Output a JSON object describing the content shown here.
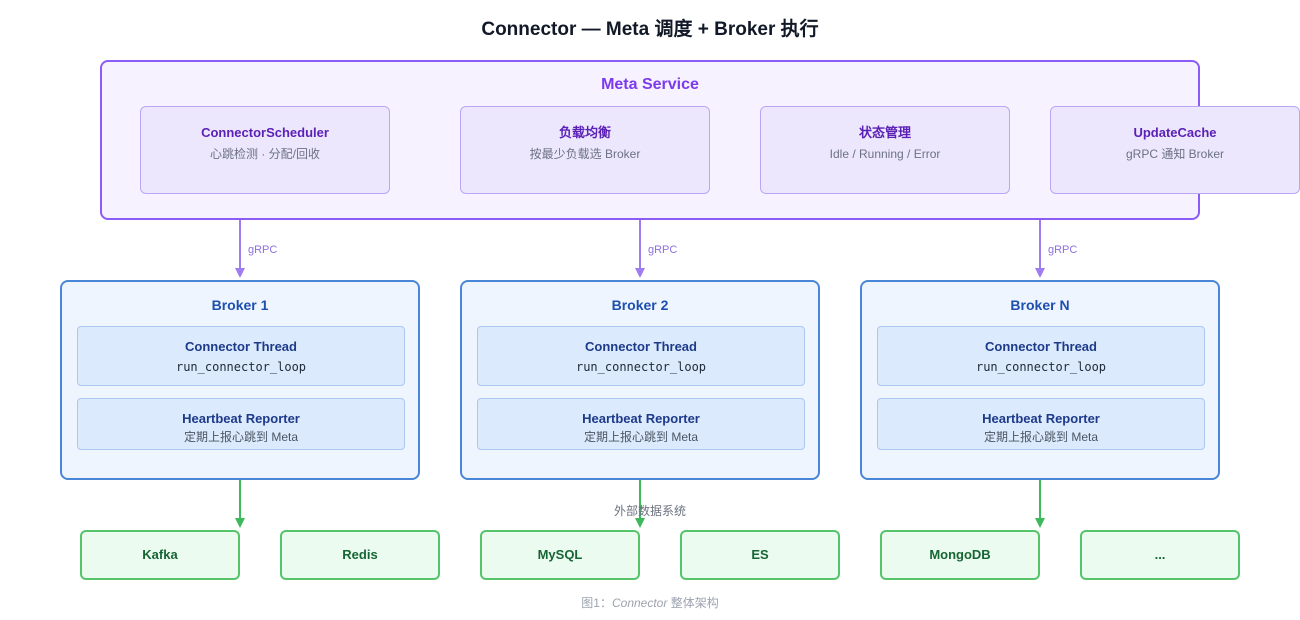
{
  "title": "Connector — Meta 调度 + Broker 执行",
  "meta_service": {
    "title": "Meta Service",
    "cards": [
      {
        "title": "ConnectorScheduler",
        "sub": "心跳检测 · 分配/回收"
      },
      {
        "title": "负载均衡",
        "sub": "按最少负载选 Broker"
      },
      {
        "title": "状态管理",
        "sub": "Idle / Running / Error"
      },
      {
        "title": "UpdateCache",
        "sub": "gRPC 通知 Broker"
      }
    ]
  },
  "edge_label": "gRPC",
  "brokers": [
    {
      "title": "Broker 1",
      "thread_title": "Connector Thread",
      "thread_fn": "run_connector_loop",
      "heartbeat_title": "Heartbeat Reporter",
      "heartbeat_sub": "定期上报心跳到 Meta"
    },
    {
      "title": "Broker 2",
      "thread_title": "Connector Thread",
      "thread_fn": "run_connector_loop",
      "heartbeat_title": "Heartbeat Reporter",
      "heartbeat_sub": "定期上报心跳到 Meta"
    },
    {
      "title": "Broker N",
      "thread_title": "Connector Thread",
      "thread_fn": "run_connector_loop",
      "heartbeat_title": "Heartbeat Reporter",
      "heartbeat_sub": "定期上报心跳到 Meta"
    }
  ],
  "external_label": "外部数据系统",
  "external_systems": [
    "Kafka",
    "Redis",
    "MySQL",
    "ES",
    "MongoDB",
    "..."
  ],
  "caption": {
    "prefix": "图1：",
    "italic": "Connector",
    "suffix": " 整体架构"
  },
  "colors": {
    "meta_accent": "#8b5cf6",
    "broker_accent": "#4a86d8",
    "external_accent": "#3cb95a"
  }
}
